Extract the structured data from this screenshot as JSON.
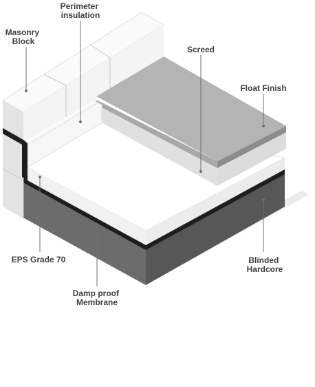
{
  "labels": {
    "perimeter_insulation": [
      "Perimeter",
      "insulation"
    ],
    "masonry_block": [
      "Masonry",
      "Block"
    ],
    "screed": "Screed",
    "float_finish": "Float Finish",
    "eps": "EPS Grade 70",
    "blinded_hardcore": [
      "Blinded",
      "Hardcore"
    ],
    "damp_proof_membrane": [
      "Damp proof",
      "Membrane"
    ]
  },
  "colors": {
    "block_left": "#e3e3e3",
    "block_right": "#f4f4f4",
    "block_top": "#fafafa",
    "hardcore_left": "#6c6c6c",
    "hardcore_right": "#575757",
    "membrane": "#1e1e1e",
    "eps_left": "#f1f1f1",
    "eps_right": "#ececec",
    "eps_top": "#ffffff",
    "screed_top": "#b4b4b4",
    "screed_face": "#e0e0e0",
    "screed_edge": "#8c8c8c",
    "label_text": "#404040",
    "leader_line": "#6f6f6f"
  }
}
